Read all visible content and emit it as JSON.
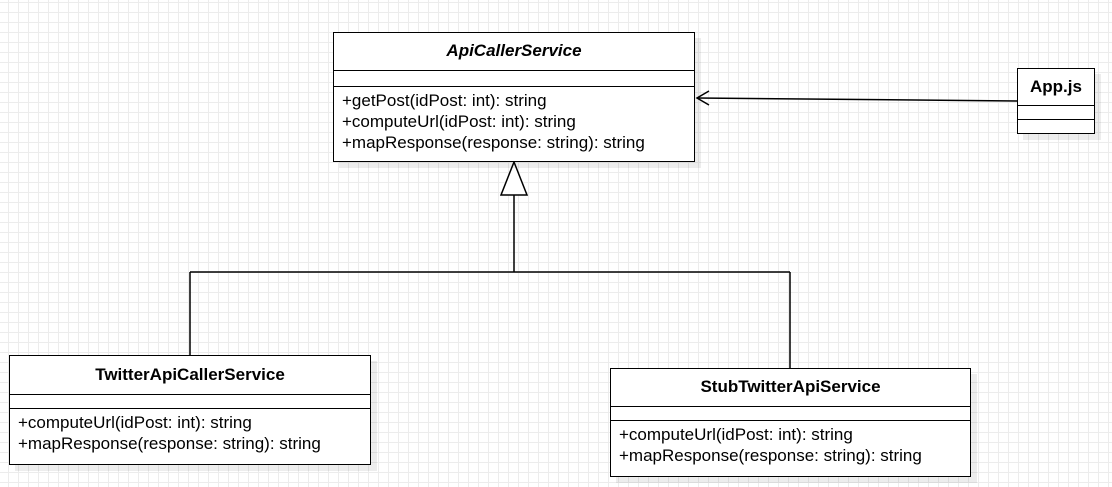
{
  "diagram": {
    "classes": [
      {
        "id": "api-caller-service",
        "name": "ApiCallerService",
        "abstract": true,
        "attributes": [],
        "operations": [
          "+getPost(idPost: int): string",
          "+computeUrl(idPost: int): string",
          "+mapResponse(response: string): string"
        ]
      },
      {
        "id": "app-js",
        "name": "App.js",
        "abstract": false,
        "attributes": [],
        "operations": []
      },
      {
        "id": "twitter-api-caller-service",
        "name": "TwitterApiCallerService",
        "abstract": false,
        "attributes": [],
        "operations": [
          "+computeUrl(idPost: int): string",
          "+mapResponse(response: string): string"
        ]
      },
      {
        "id": "stub-twitter-api-service",
        "name": "StubTwitterApiService",
        "abstract": false,
        "attributes": [],
        "operations": [
          "+computeUrl(idPost: int): string",
          "+mapResponse(response: string): string"
        ]
      }
    ],
    "relationships": [
      {
        "type": "association",
        "from": "app-js",
        "to": "api-caller-service",
        "arrow": "open"
      },
      {
        "type": "generalization",
        "from": "twitter-api-caller-service",
        "to": "api-caller-service"
      },
      {
        "type": "generalization",
        "from": "stub-twitter-api-service",
        "to": "api-caller-service"
      }
    ],
    "colors": {
      "background": "#ffffff",
      "grid": "#ececec",
      "stroke": "#000000",
      "box_fill": "#ffffff"
    }
  }
}
